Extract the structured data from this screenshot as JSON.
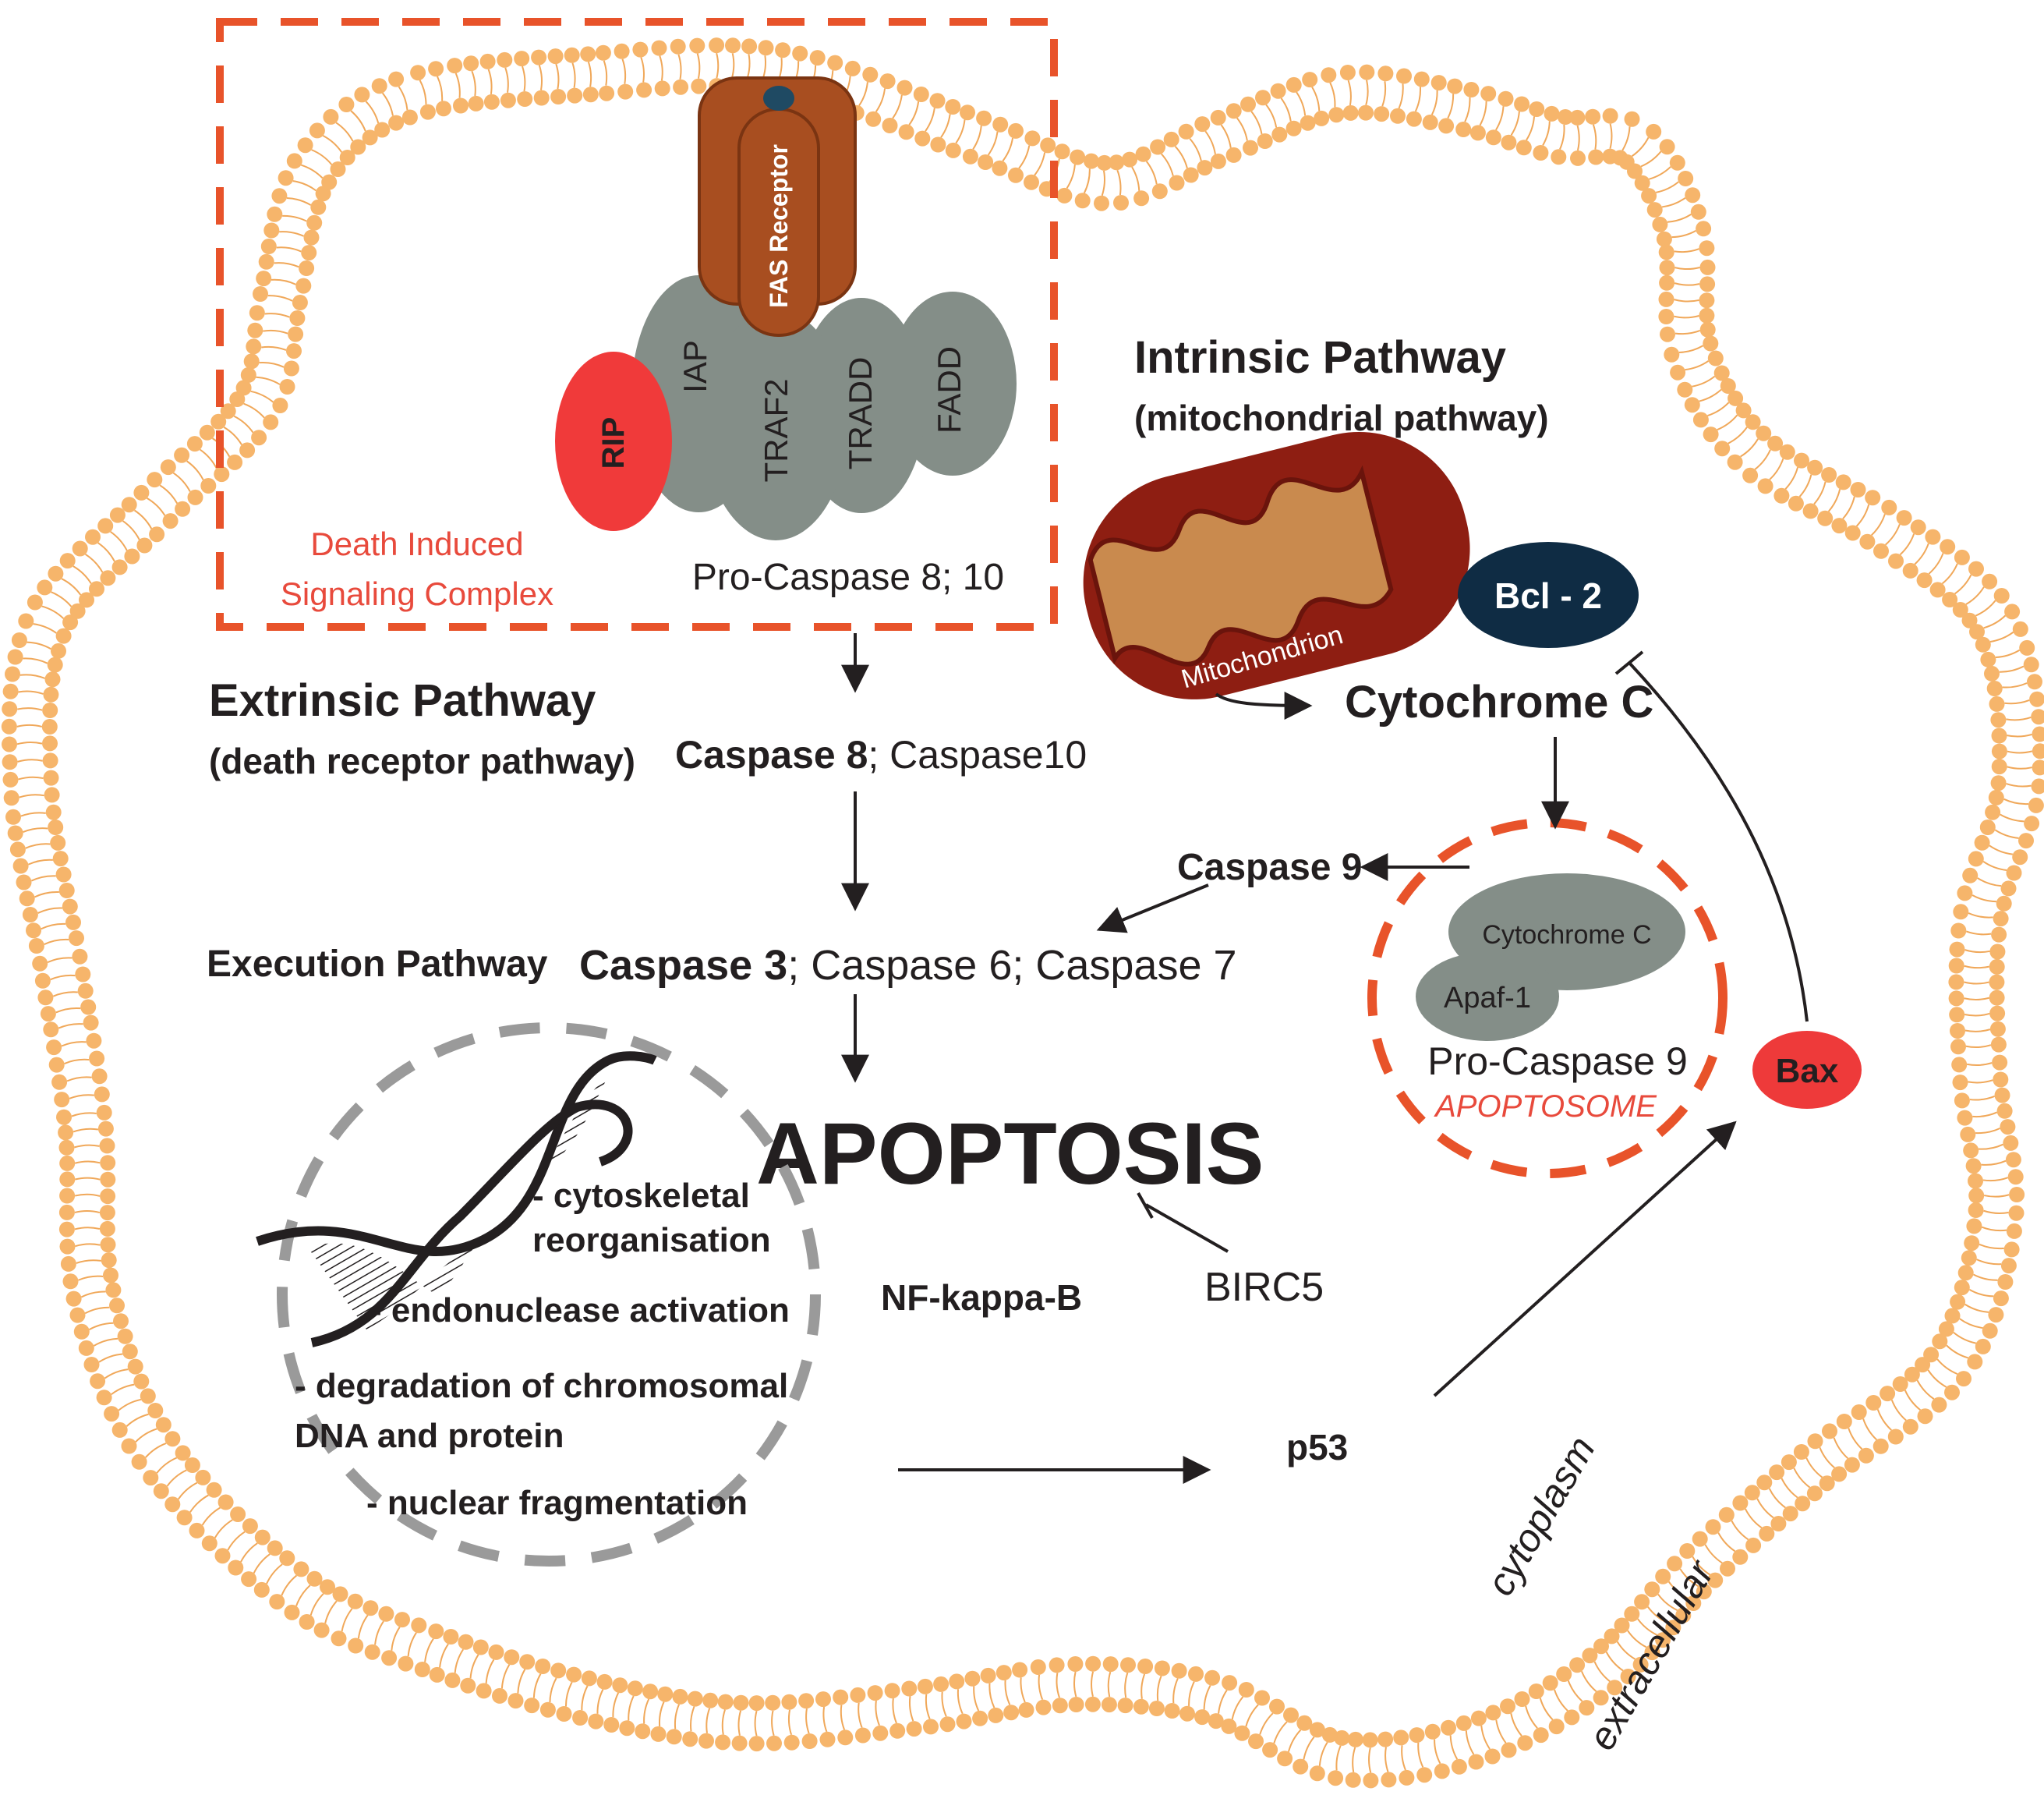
{
  "colors": {
    "lipid_head": "#f6b56b",
    "lipid_tail": "#f0a85a",
    "dashed_box": "#e8532a",
    "receptor": "#a84e20",
    "receptor_dark": "#7a3412",
    "receptor_cap": "#1f4a63",
    "protein_gray": "#848e88",
    "rip_red": "#f03a3a",
    "bax_red": "#ee3a3a",
    "mito_outer": "#8e1e12",
    "mito_inner": "#c98a4e",
    "bcl2": "#0f2c44",
    "nucleus_gray": "#9a9a9a",
    "text_dark": "#231f20",
    "text_red": "#e84a3c"
  },
  "disc": {
    "fas_receptor": "FAS Receptor",
    "rip": "RIP",
    "iap": "IAP",
    "traf2": "TRAF2",
    "tradd": "TRADD",
    "fadd": "FADD",
    "complex_label_line1": "Death Induced",
    "complex_label_line2": "Signaling Complex",
    "procaspase": "Pro-Caspase 8; 10"
  },
  "extrinsic": {
    "title": "Extrinsic Pathway",
    "subtitle": "(death receptor pathway)",
    "caspase8": "Caspase 8",
    "caspase10": "; Caspase10"
  },
  "intrinsic": {
    "title": "Intrinsic Pathway",
    "subtitle": "(mitochondrial pathway)",
    "mitochondrion": "Mitochondrion",
    "bcl2": "Bcl - 2",
    "cytochrome_c": "Cytochrome C"
  },
  "apoptosome": {
    "caspase9": "Caspase 9",
    "cytochrome_c": "Cytochrome C",
    "apaf1": "Apaf-1",
    "procaspase9": "Pro-Caspase 9",
    "label": "APOPTOSOME"
  },
  "execution": {
    "title": "Execution Pathway",
    "caspase3": "Caspase 3",
    "rest": "; Caspase 6; Caspase 7",
    "apoptosis": "APOPTOSIS"
  },
  "nucleus": {
    "item1_line1": "- cytoskeletal",
    "item1_line2": "reorganisation",
    "item2": "- endonuclease activation",
    "item3_line1": "- degradation of chromosomal",
    "item3_line2": "DNA and protein",
    "item4": "- nuclear fragmentation"
  },
  "regulators": {
    "nfkb": "NF-kappa-B",
    "birc5": "BIRC5",
    "p53": "p53",
    "bax": "Bax"
  },
  "compartments": {
    "cytoplasm": "cytoplasm",
    "extracellular": "extracellular"
  }
}
